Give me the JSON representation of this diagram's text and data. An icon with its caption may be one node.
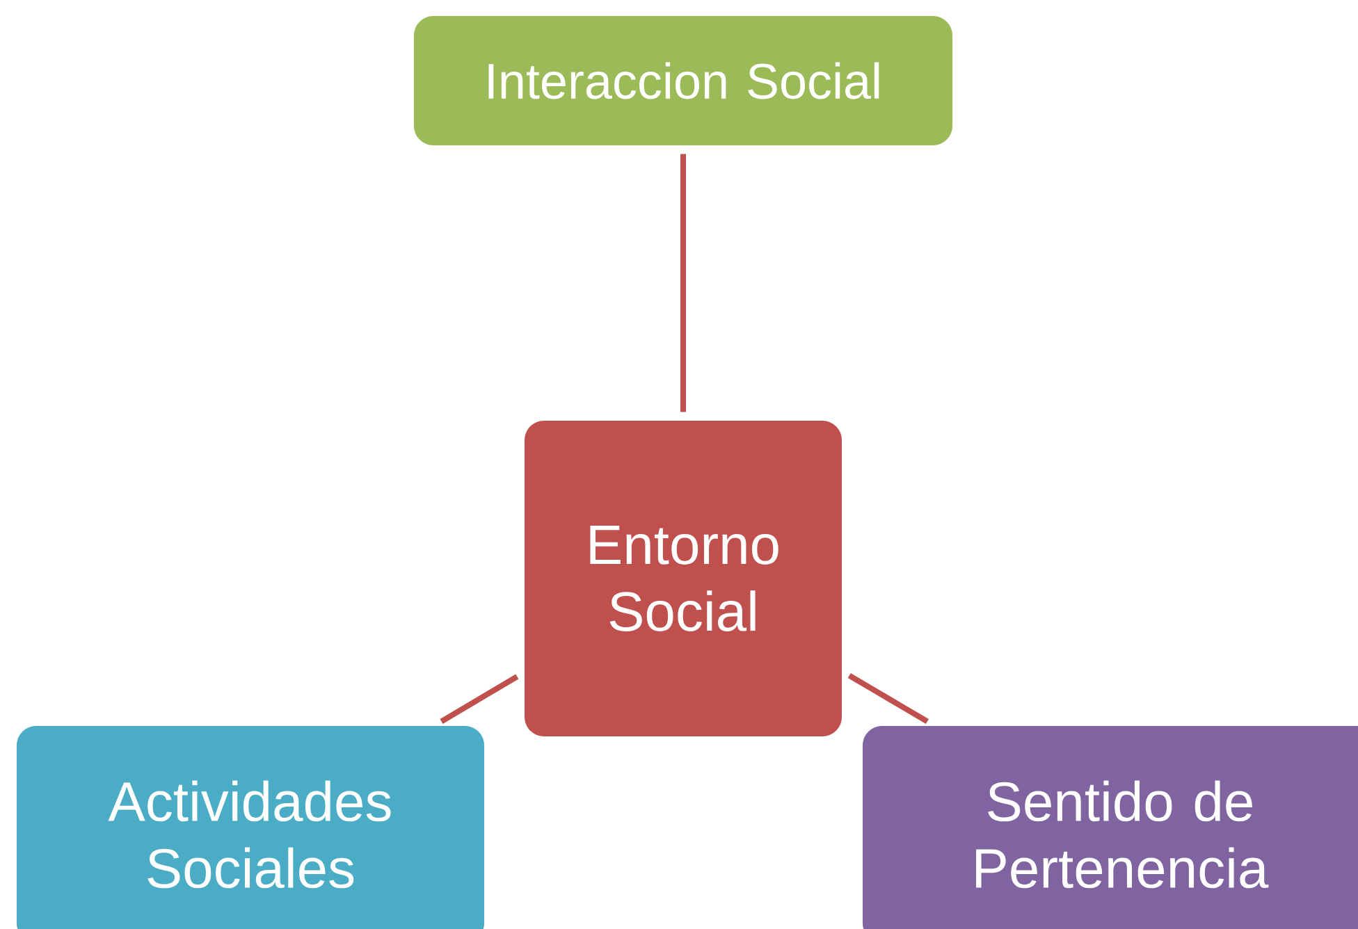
{
  "diagram": {
    "nodes": [
      {
        "text": [
          "Interaccion Social"
        ]
      },
      {
        "text": [
          "Entorno Social"
        ]
      },
      {
        "text": [
          "Actividades Sociales"
        ]
      },
      {
        "text": [
          "Sentido de Pertenencia"
        ]
      }
    ],
    "edges": [
      {
        "from": 1,
        "to": 0,
        "arrow": "none",
        "color": "#c0504d"
      },
      {
        "from": 1,
        "to": 2,
        "arrow": "none",
        "color": "#c0504d"
      },
      {
        "from": 1,
        "to": 3,
        "arrow": "none",
        "color": "#c0504d"
      }
    ]
  }
}
